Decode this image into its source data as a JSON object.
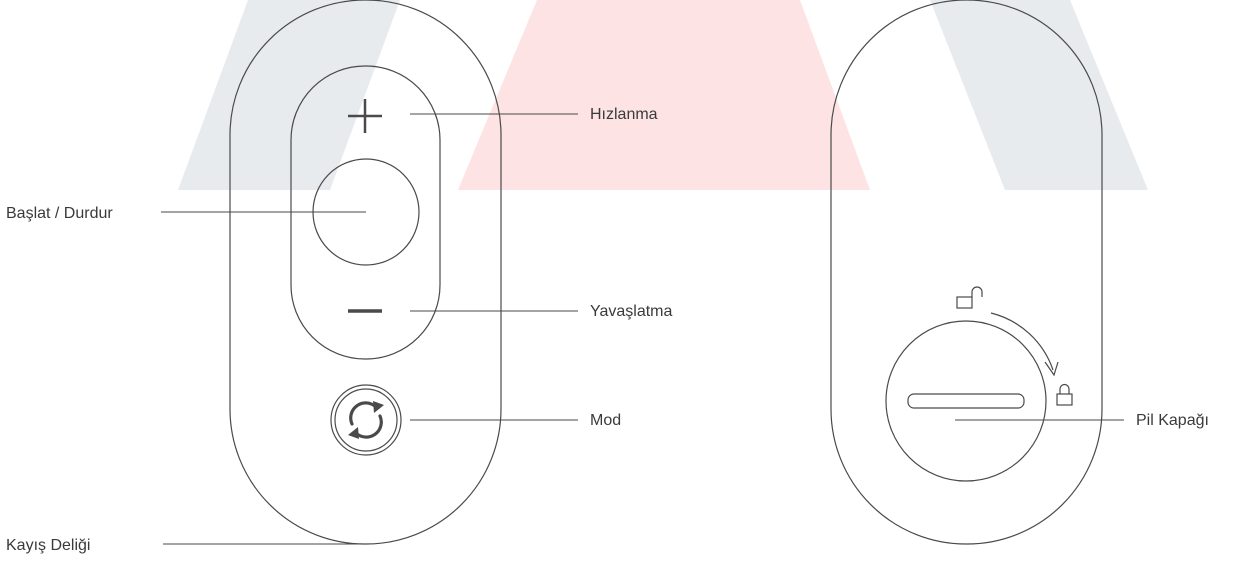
{
  "labels": {
    "accelerate": "Hızlanma",
    "start_stop": "Başlat / Durdur",
    "decelerate": "Yavaşlatma",
    "mode": "Mod",
    "strap_hole": "Kayış Deliği",
    "battery_cover": "Pil Kapağı"
  },
  "icons": {
    "plus": "plus-icon",
    "minus": "minus-icon",
    "mode": "refresh-cycle-icon",
    "unlocked": "unlocked-padlock-icon",
    "locked": "locked-padlock-icon",
    "rotate": "rotate-arrow-icon"
  },
  "colors": {
    "line": "#4a4a4a",
    "text": "#3a3a3a",
    "watermark_gray": "#e8ebee",
    "watermark_red": "#fde3e3"
  }
}
